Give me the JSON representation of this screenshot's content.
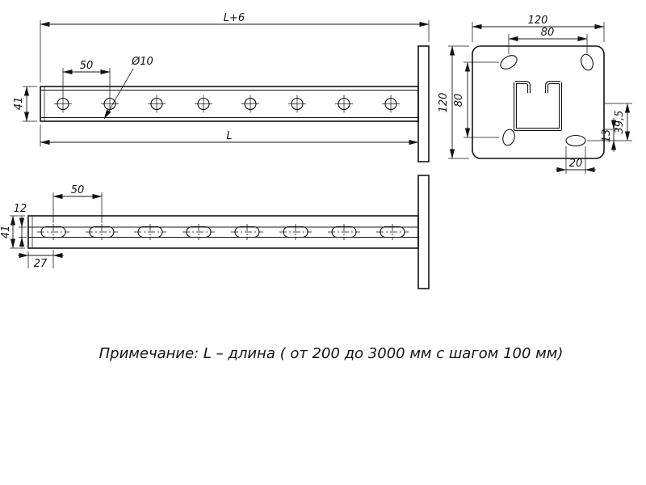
{
  "note": "Примечание: L – длина ( от 200 до 3000 мм с шагом 100 мм)",
  "views": {
    "side": {
      "overall": "L+6",
      "pitch": "50",
      "hole_dia": "Ø10",
      "height": "41",
      "length": "L"
    },
    "end": {
      "width": "120",
      "hole_span_x": "80",
      "height": "120",
      "hole_span_y": "80",
      "dim_13": "13",
      "dim_39_5": "39,5",
      "dim_20": "20"
    },
    "slotted": {
      "pitch": "50",
      "height": "41",
      "web": "12",
      "end_offset": "27"
    }
  }
}
